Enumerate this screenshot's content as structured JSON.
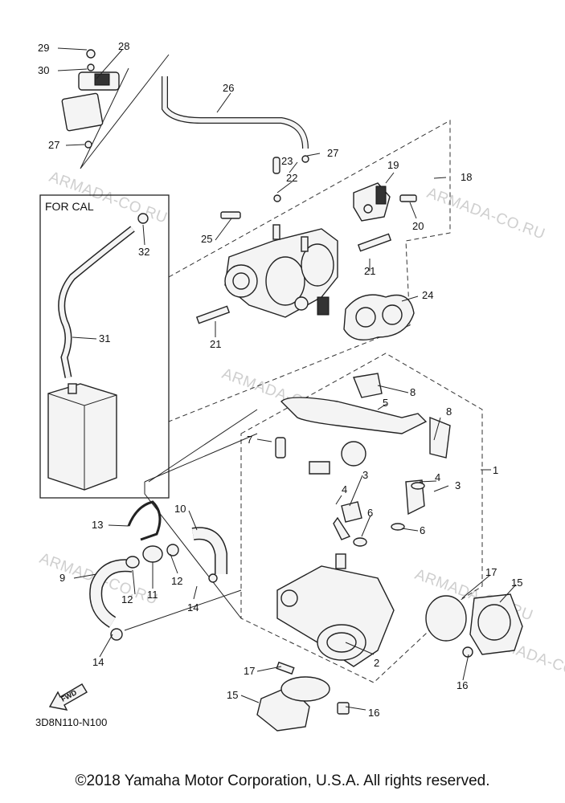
{
  "diagram": {
    "callouts": [
      {
        "label": "29"
      },
      {
        "label": "28"
      },
      {
        "label": "30"
      },
      {
        "label": "27"
      },
      {
        "label": "26"
      },
      {
        "label": "23"
      },
      {
        "label": "27"
      },
      {
        "label": "22"
      },
      {
        "label": "19"
      },
      {
        "label": "18"
      },
      {
        "label": "20"
      },
      {
        "label": "25"
      },
      {
        "label": "32"
      },
      {
        "label": "21"
      },
      {
        "label": "24"
      },
      {
        "label": "21"
      },
      {
        "label": "31"
      },
      {
        "label": "8"
      },
      {
        "label": "5"
      },
      {
        "label": "8"
      },
      {
        "label": "7"
      },
      {
        "label": "1"
      },
      {
        "label": "3"
      },
      {
        "label": "4"
      },
      {
        "label": "4"
      },
      {
        "label": "3"
      },
      {
        "label": "6"
      },
      {
        "label": "6"
      },
      {
        "label": "13"
      },
      {
        "label": "10"
      },
      {
        "label": "9"
      },
      {
        "label": "12"
      },
      {
        "label": "11"
      },
      {
        "label": "12"
      },
      {
        "label": "14"
      },
      {
        "label": "17"
      },
      {
        "label": "15"
      },
      {
        "label": "14"
      },
      {
        "label": "2"
      },
      {
        "label": "16"
      },
      {
        "label": "17"
      },
      {
        "label": "15"
      },
      {
        "label": "16"
      }
    ],
    "inset_label": "FOR CAL",
    "fwd_label": "FWD",
    "diagram_code": "3D8N110-N100",
    "watermarks": [
      "ARMADA-CO.RU",
      "ARMADA-CO.RU",
      "ARMADA-CO.RU",
      "ARMADA-CO.RU",
      "ARMADA-CO.RU",
      "ARMADA-CO.RU"
    ]
  },
  "footer": {
    "copyright": "©2018 Yamaha Motor Corporation, U.S.A. All rights reserved."
  }
}
